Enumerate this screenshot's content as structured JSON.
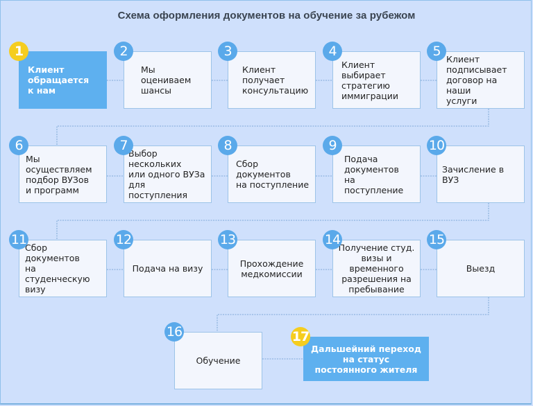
{
  "title": "Схема оформления документов на обучение за рубежом",
  "colors": {
    "background": "#cfe0fc",
    "box": "#f3f6fd",
    "box_border": "#9cc3e8",
    "highlight_box": "#5eb0ef",
    "badge": "#5aa9ea",
    "highlight_badge": "#f5cd1f",
    "connector": "#8fb4de"
  },
  "steps": [
    {
      "number": "1",
      "text": "Клиент\nобращается\nк нам",
      "highlight": true
    },
    {
      "number": "2",
      "text": "Мы\nоцениваем\nшансы",
      "highlight": false
    },
    {
      "number": "3",
      "text": "Клиент\nполучает\nконсультацию",
      "highlight": false
    },
    {
      "number": "4",
      "text": "Клиент выбирает\nстратегию\nиммиграции",
      "highlight": false
    },
    {
      "number": "5",
      "text": "Клиент\nподписывает\nдоговор на наши\nуслуги",
      "highlight": false
    },
    {
      "number": "6",
      "text": "Мы осуществляем\nподбор ВУЗов\nи программ",
      "highlight": false
    },
    {
      "number": "7",
      "text": "Выбор нескольких\nили одного ВУЗа\nдля поступления",
      "highlight": false
    },
    {
      "number": "8",
      "text": "Сбор документов\nна поступление",
      "highlight": false
    },
    {
      "number": "9",
      "text": "Подача\nдокументов\nна поступление",
      "highlight": false
    },
    {
      "number": "10",
      "text": "Зачисление в ВУЗ",
      "highlight": false
    },
    {
      "number": "11",
      "text": "Сбор документов\nна студенческую\nвизу",
      "highlight": false
    },
    {
      "number": "12",
      "text": "Подача на визу",
      "highlight": false
    },
    {
      "number": "13",
      "text": "Прохождение\nмедкомиссии",
      "highlight": false
    },
    {
      "number": "14",
      "text": "Получение студ.\nвизы и временного\nразрешения на\nпребывание",
      "highlight": false
    },
    {
      "number": "15",
      "text": "Выезд",
      "highlight": false
    },
    {
      "number": "16",
      "text": "Обучение",
      "highlight": false
    },
    {
      "number": "17",
      "text": "Дальшейний переход\nна статус\nпостоянного жителя",
      "highlight": true
    }
  ]
}
